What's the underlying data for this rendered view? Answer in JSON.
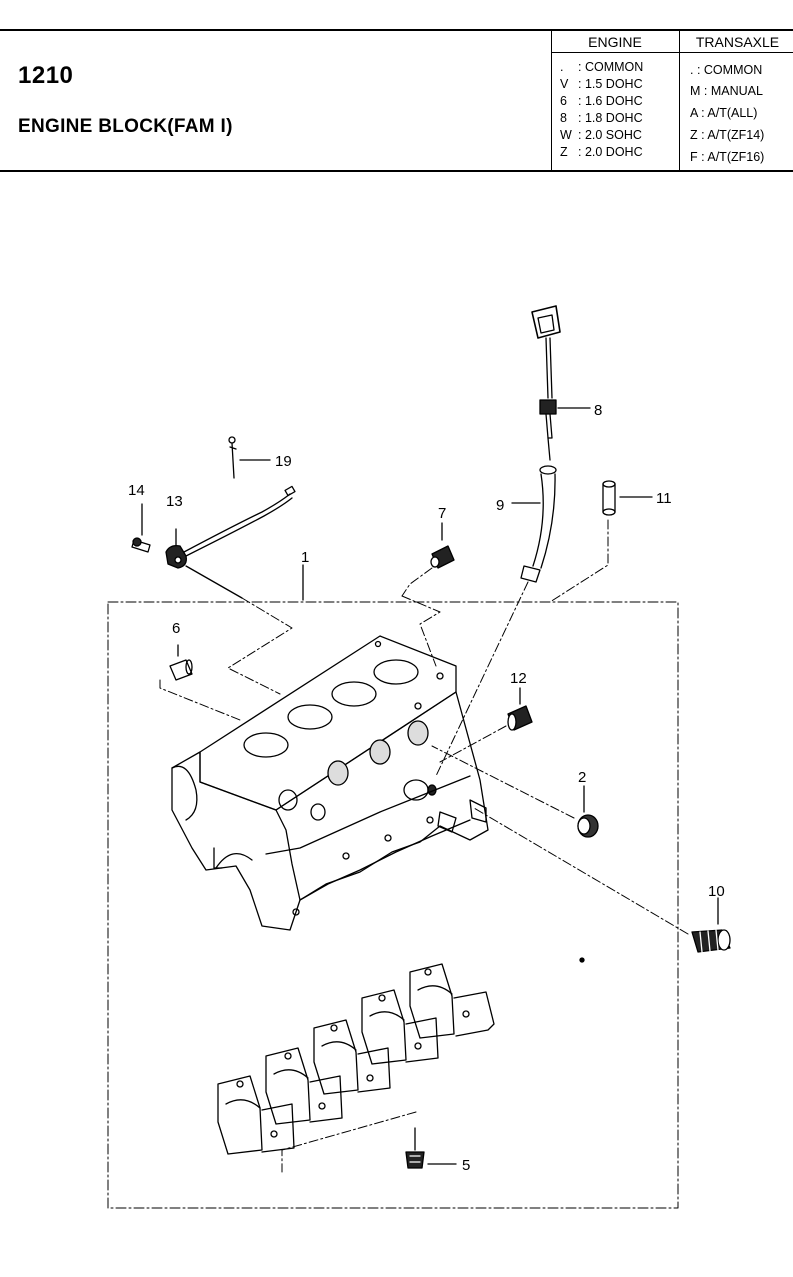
{
  "header": {
    "group_number": "1210",
    "group_title": "ENGINE BLOCK(FAM I)",
    "engine_table": {
      "heading": "ENGINE",
      "rows": [
        {
          "code": ".",
          "value": "COMMON"
        },
        {
          "code": "V",
          "value": "1.5 DOHC"
        },
        {
          "code": "6",
          "value": "1.6 DOHC"
        },
        {
          "code": "8",
          "value": "1.8 DOHC"
        },
        {
          "code": "W",
          "value": "2.0 SOHC"
        },
        {
          "code": "Z",
          "value": "2.0 DOHC"
        }
      ]
    },
    "transaxle_table": {
      "heading": "TRANSAXLE",
      "rows": [
        {
          "code": ".",
          "value": "COMMON"
        },
        {
          "code": "M",
          "value": "MANUAL"
        },
        {
          "code": "A",
          "value": "A/T(ALL)"
        },
        {
          "code": "Z",
          "value": "A/T(ZF14)"
        },
        {
          "code": "F",
          "value": "A/T(ZF16)"
        }
      ]
    }
  },
  "callouts": {
    "c1": "1",
    "c2": "2",
    "c5": "5",
    "c6": "6",
    "c7": "7",
    "c8": "8",
    "c9": "9",
    "c10": "10",
    "c11": "11",
    "c12": "12",
    "c13": "13",
    "c14": "14",
    "c19": "19"
  }
}
